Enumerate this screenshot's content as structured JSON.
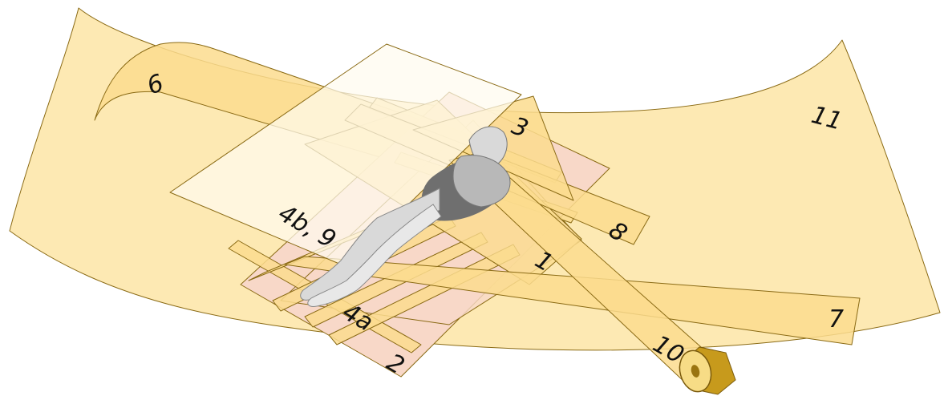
{
  "colors": {
    "wrap": "#fde9b3",
    "strip": "#fbdc8e",
    "board": "#f8d8c8",
    "sheet": "#fffbee",
    "edge": "#8a6a14",
    "roll_outer": "#c79a1c",
    "roll_inner": "#f7dc86",
    "figure": "#d9d9d9"
  },
  "labels": {
    "l1": "1",
    "l2": "2",
    "l3": "3",
    "l4a": "4a",
    "l4b9": "4b, 9",
    "l6": "6",
    "l7": "7",
    "l8": "8",
    "l10": "10",
    "l11": "11"
  },
  "icons": {
    "figure": "reclining-body-icon",
    "roll": "bandage-roll-icon"
  }
}
